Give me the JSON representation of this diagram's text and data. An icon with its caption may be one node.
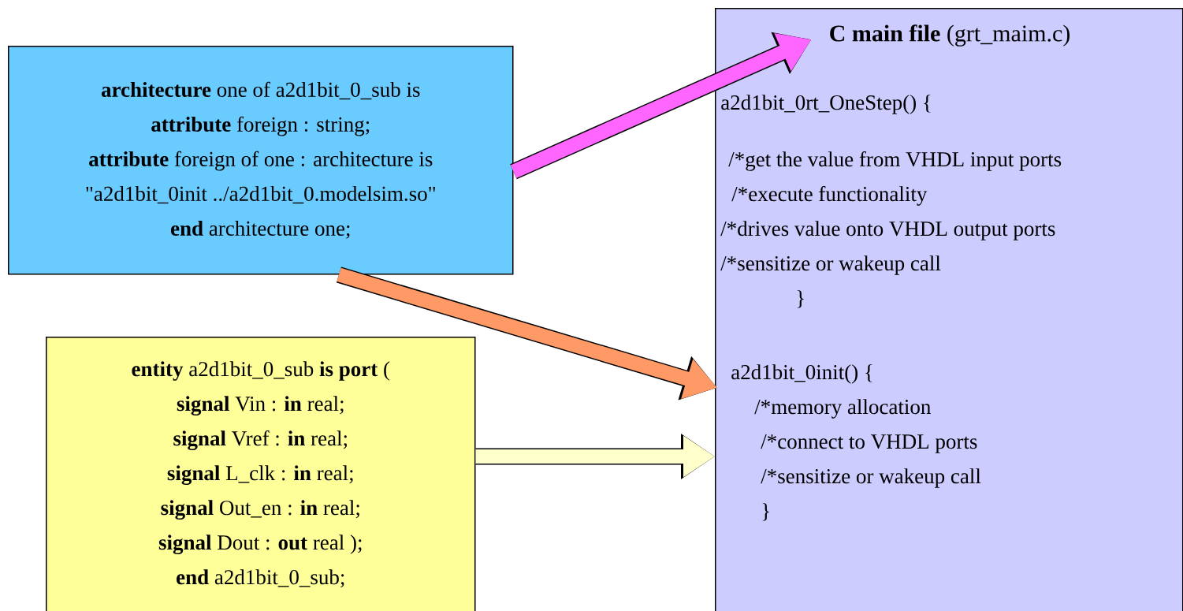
{
  "diagram": {
    "nodes": [
      {
        "text": [
          "**architecture** one of a2d1bit_0_sub is",
          "**attribute** foreign : string;",
          "**attribute** foreign of one : architecture is",
          "\"a2d1bit_0init ../a2d1bit_0.modelsim.so\"",
          "**end** architecture one;"
        ]
      },
      {
        "text": [
          "**entity** a2d1bit_0_sub **is** **port** (",
          "**signal** Vin : **in** real;",
          "**signal** Vref : **in** real;",
          "**signal** L_clk : **in** real;",
          "**signal** Out_en : **in** real;",
          "**signal** Dout : **out** real );",
          "**end** a2d1bit_0_sub;"
        ]
      },
      {
        "text": [],
        "shape": "box"
      },
      {
        "text": [
          "**C main file** (grt_maim.c)"
        ],
        "in": 2
      },
      {
        "text": [
          "a2d1bit_0rt_OneStep() {",
          "/*get the value from VHDL input ports",
          "/*execute functionality",
          "/*drives value onto VHDL output ports",
          "/*sensitize or wakeup call",
          "}"
        ],
        "in": 2
      },
      {
        "text": [
          "a2d1bit_0init() {",
          "/*memory allocation",
          "/*connect to VHDL ports",
          "/*sensitize or wakeup call",
          "}"
        ],
        "in": 2
      }
    ],
    "edges": [
      {
        "from": 0,
        "to": 3,
        "arrow": "to",
        "color": "#ff66ff"
      },
      {
        "from": 0,
        "to": 5,
        "arrow": "to",
        "color": "#ff9966"
      },
      {
        "from": 1,
        "to": 2,
        "arrow": "to",
        "color": "#ffffcc"
      }
    ]
  }
}
